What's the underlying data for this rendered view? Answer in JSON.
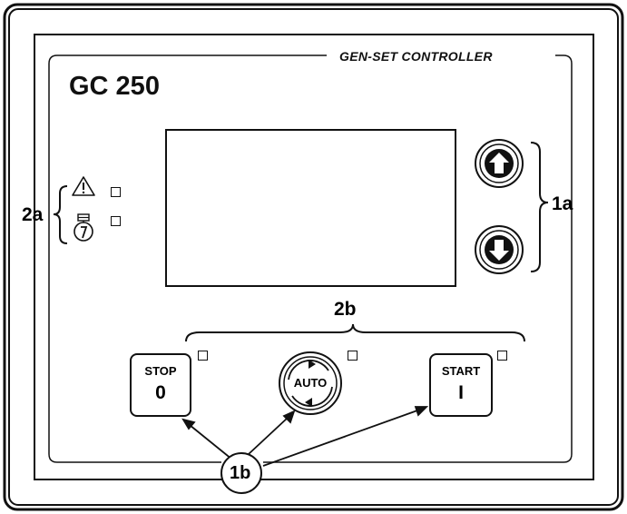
{
  "header": {
    "section_label": "GEN-SET CONTROLLER",
    "model": "GC 250"
  },
  "callouts": {
    "c1a": "1a",
    "c1b": "1b",
    "c2a": "2a",
    "c2b": "2b"
  },
  "buttons": {
    "stop": {
      "top": "STOP",
      "bottom": "0"
    },
    "auto": {
      "label": "AUTO"
    },
    "start": {
      "top": "START",
      "bottom": "I"
    }
  },
  "icons": {
    "up": "up-arrow-icon",
    "down": "down-arrow-icon",
    "warning": "warning-triangle-icon",
    "fuel": "fuel-solenoid-icon"
  }
}
